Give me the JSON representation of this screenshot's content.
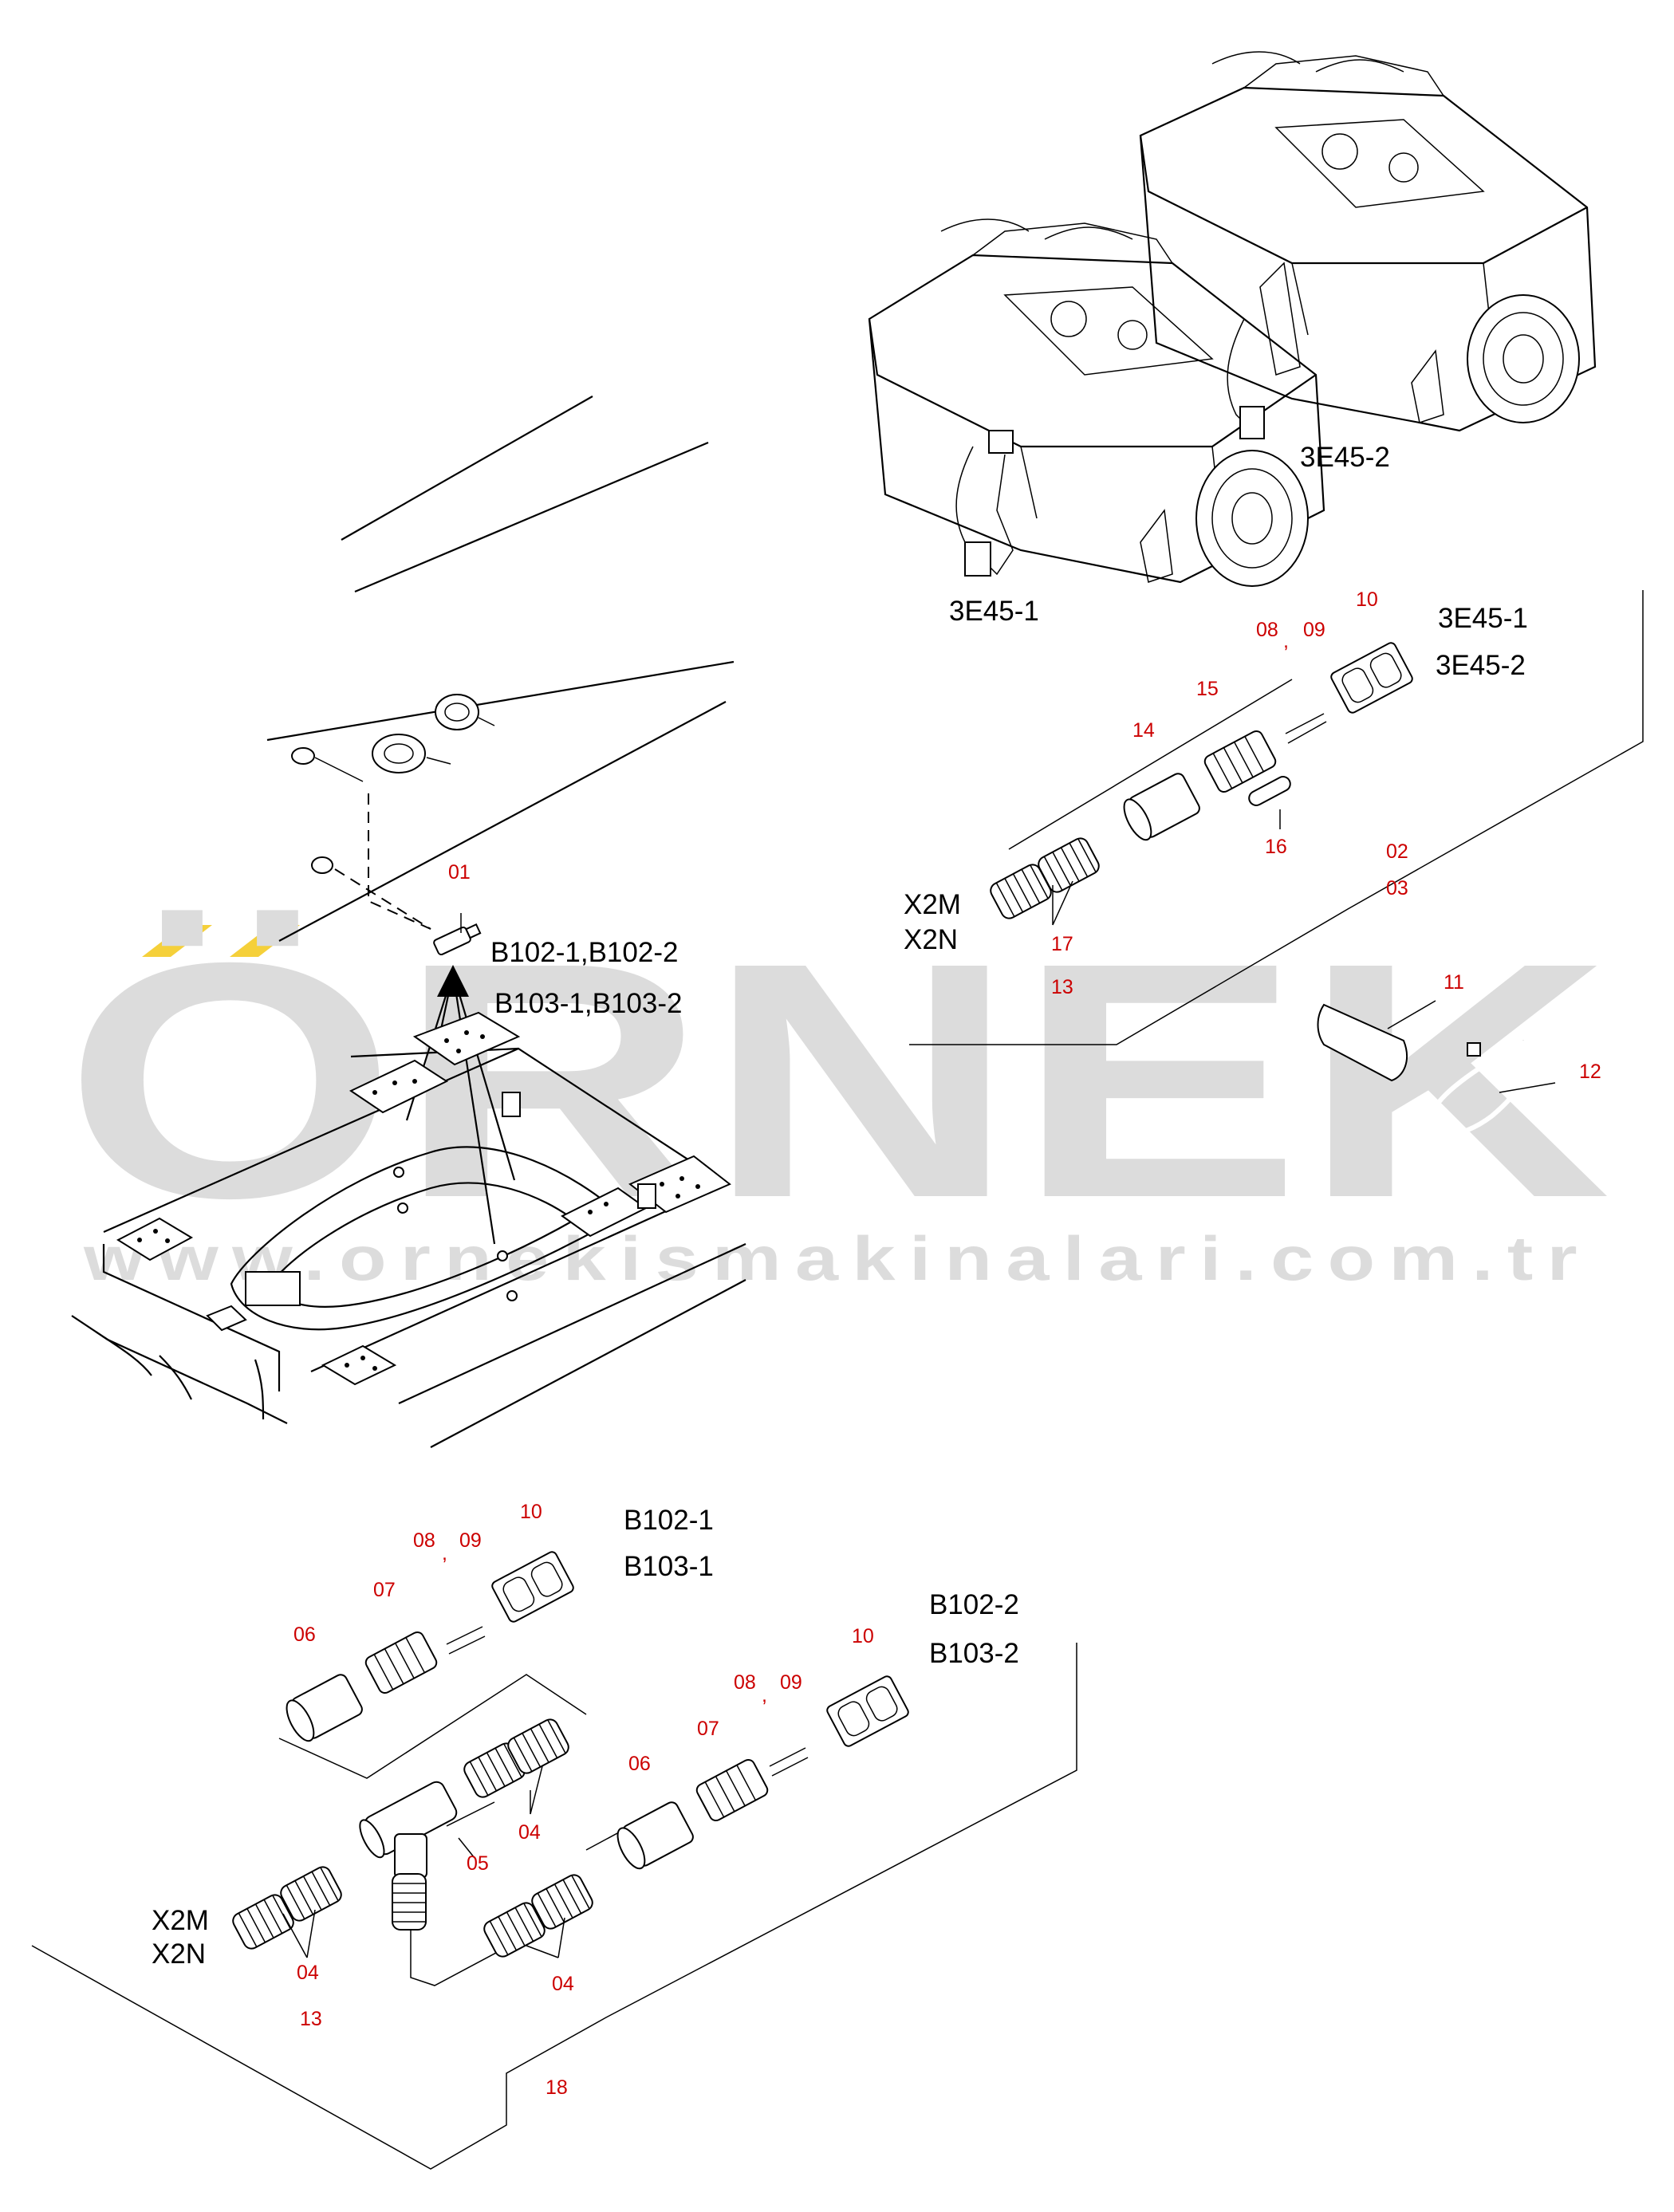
{
  "watermark": {
    "brand": "ÖRNEK",
    "url": "www.ornekismakinalari.com.tr",
    "accent_color": "#f5d03a",
    "text_color": "#dcdcdc"
  },
  "labels": {
    "engine_1": "3E45-1",
    "engine_2": "3E45-2",
    "conn_top_1": "3E45-1",
    "conn_top_2": "3E45-2",
    "sensor_1": "B102-1,B102-2",
    "sensor_2": "B103-1,B103-2",
    "x2m_top": "X2M",
    "x2n_top": "X2N",
    "b102_1": "B102-1",
    "b103_1": "B103-1",
    "b102_2": "B102-2",
    "b103_2": "B103-2",
    "x2m_bottom": "X2M",
    "x2n_bottom": "X2N"
  },
  "callouts": {
    "c01": "01",
    "c02": "02",
    "c03": "03",
    "c08_top": "08",
    "comma_top": ",",
    "c09_top": "09",
    "c10_top": "10",
    "c15": "15",
    "c14": "14",
    "c16": "16",
    "c17": "17",
    "c13_top": "13",
    "c11": "11",
    "c12": "12",
    "c10_b1": "10",
    "c08_b1": "08",
    "comma_b1": ",",
    "c09_b1": "09",
    "c07_b1": "07",
    "c06_b1": "06",
    "c10_b2": "10",
    "c08_b2": "08",
    "comma_b2": ",",
    "c09_b2": "09",
    "c07_b2": "07",
    "c06_b2": "06",
    "c05": "05",
    "c04_a": "04",
    "c04_b": "04",
    "c04_c": "04",
    "c13_bottom": "13",
    "c18": "18"
  }
}
